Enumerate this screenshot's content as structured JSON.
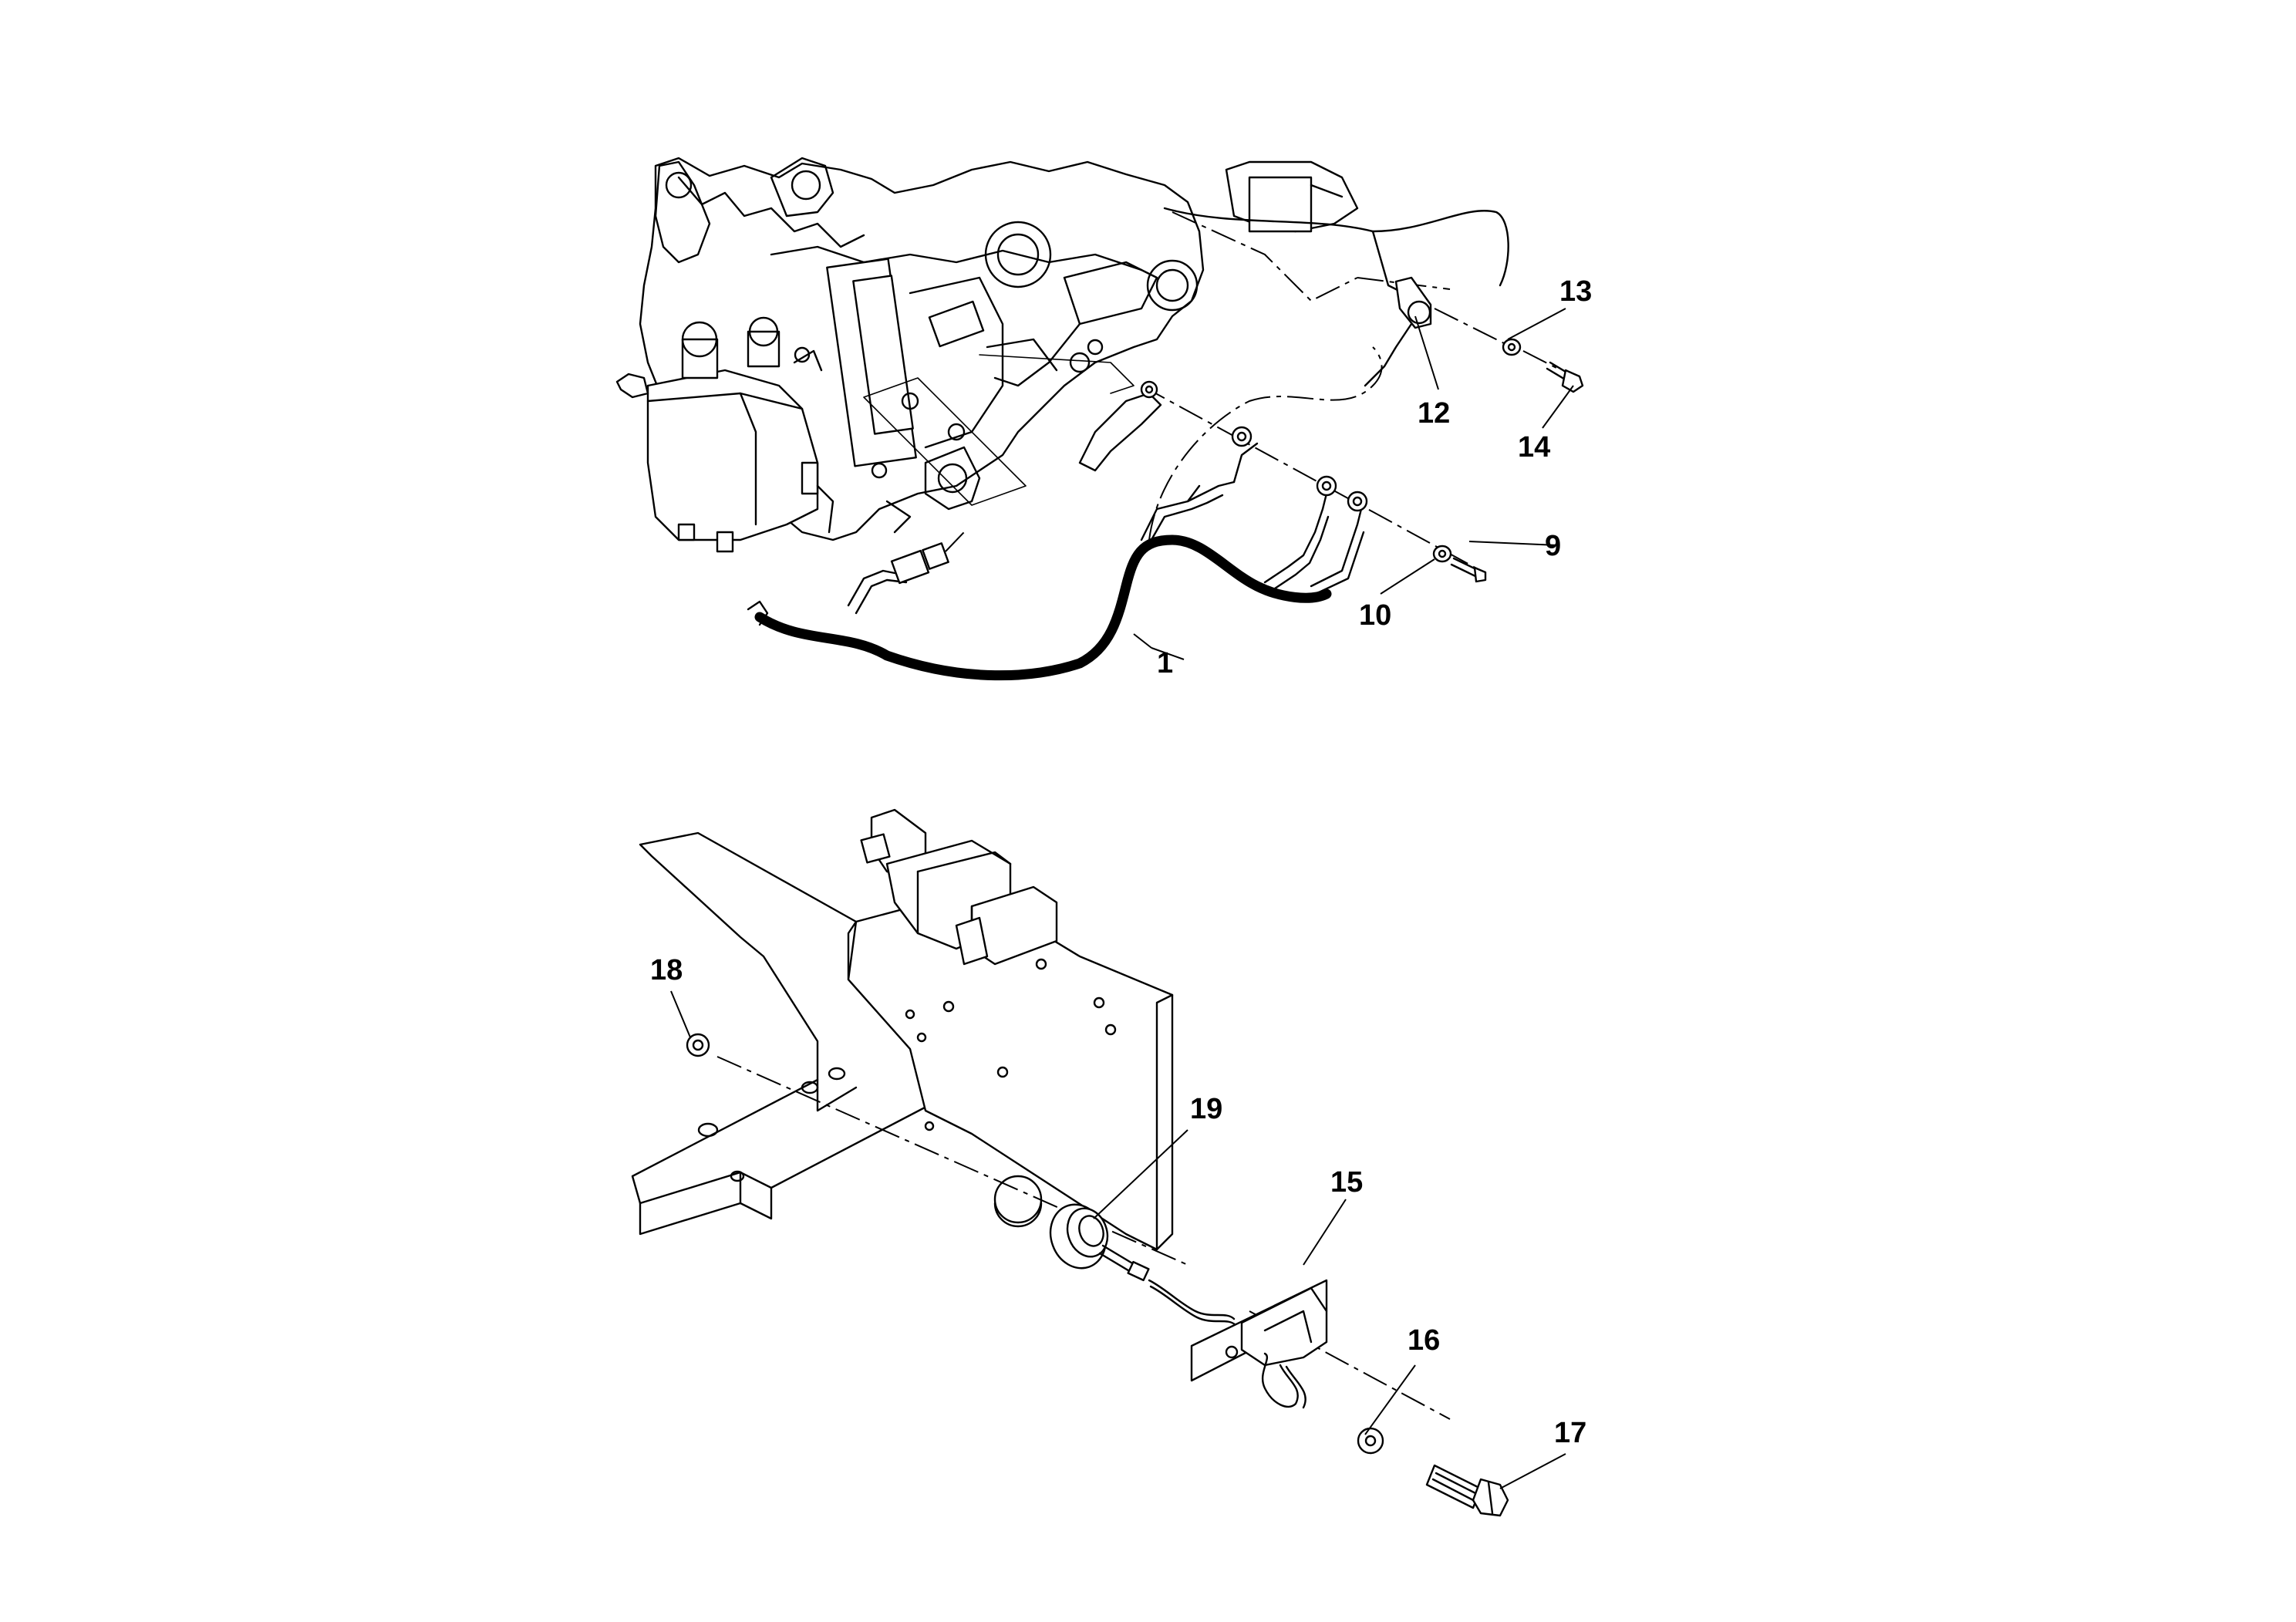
{
  "callouts": {
    "c1": "1",
    "c9": "9",
    "c10": "10",
    "c12": "12",
    "c13": "13",
    "c14": "14",
    "c15": "15",
    "c16": "16",
    "c17": "17",
    "c18": "18",
    "c19": "19"
  }
}
